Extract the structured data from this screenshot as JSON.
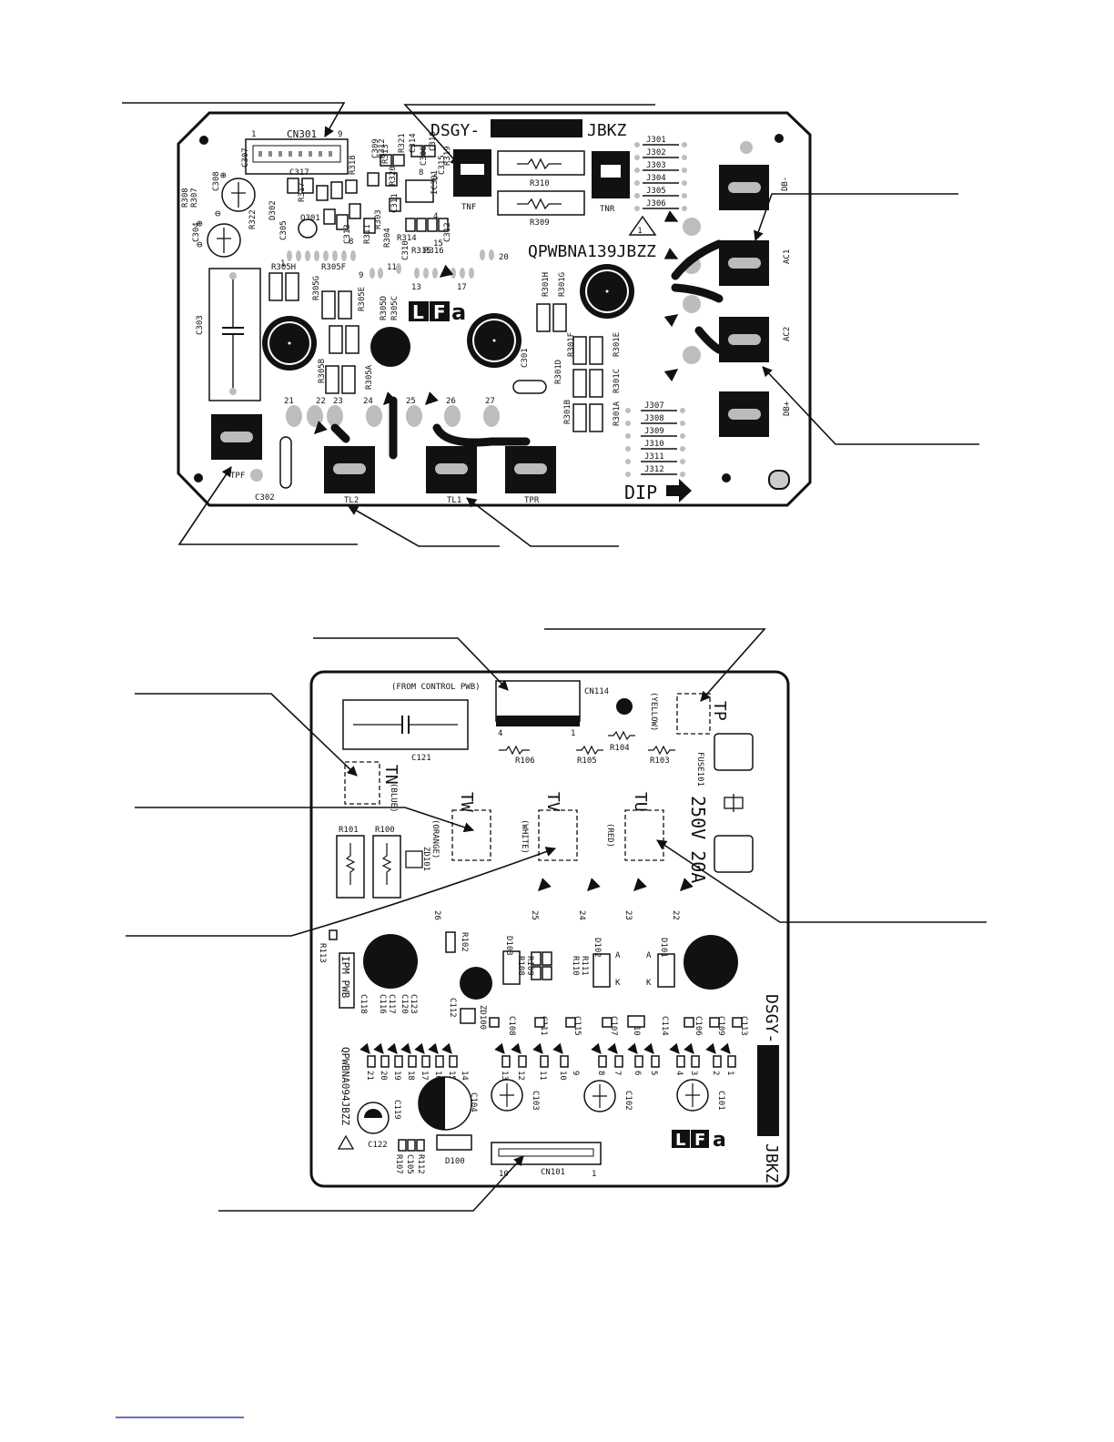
{
  "top_board": {
    "title_prefix": "DSGY-",
    "title_suffix": "JBKZ",
    "part_number": "QPWBNA139JBZZ",
    "warning_symbol": "1",
    "dip_label": "DIP",
    "connector_cn301": "CN301",
    "cn301_pin_1": "1",
    "cn301_pin_9": "9",
    "jumpers_top": [
      "J301",
      "J302",
      "J303",
      "J304",
      "J305",
      "J306"
    ],
    "jumpers_bottom": [
      "J307",
      "J308",
      "J309",
      "J310",
      "J311",
      "J312"
    ],
    "terminals": [
      "TNF",
      "TNR",
      "DB-",
      "AC1",
      "AC2",
      "DB+",
      "TPF",
      "TL2",
      "TL1",
      "TPR"
    ],
    "resistors": [
      "R310",
      "R309",
      "R305H",
      "R305G",
      "R305F",
      "R305E",
      "R305D",
      "R305C",
      "R305B",
      "R305A",
      "R301H",
      "R301G",
      "R301F",
      "R301E",
      "R301D",
      "R301C",
      "R301B",
      "R301A",
      "R308",
      "R307",
      "R322",
      "R318",
      "R317",
      "R311",
      "R304",
      "R303",
      "R313",
      "R314",
      "R315",
      "R316",
      "R319",
      "R320",
      "R321",
      "R312"
    ],
    "capacitors": [
      "C303",
      "C301",
      "C302",
      "C304",
      "C307",
      "C308",
      "C305",
      "C317",
      "C313",
      "C311",
      "C310",
      "C312",
      "C314",
      "C306",
      "C309",
      "C316",
      "C315"
    ],
    "semis": [
      "D302",
      "Q301",
      "D301"
    ],
    "ic": "IC301",
    "pad_numbers": [
      "1",
      "8",
      "9",
      "11",
      "13",
      "17",
      "20",
      "21",
      "22",
      "23",
      "24",
      "25",
      "26",
      "27",
      "4",
      "5",
      "8",
      "15"
    ],
    "lf_logo": [
      "L",
      "F",
      "a"
    ]
  },
  "bottom_board": {
    "from_label": "(FROM CONTROL PWB)",
    "connector_cn114": "CN114",
    "cn114_pin_4": "4",
    "cn114_pin_1": "1",
    "connector_cn101": "CN101",
    "cn101_pin_10": "10",
    "cn101_pin_1": "1",
    "tp_label": "TP",
    "tp_color": "(YELLOW)",
    "tn_label": "TN",
    "tn_color": "(BLUE)",
    "tw_label": "TW",
    "tw_color": "(ORANGE)",
    "tv_label": "TV",
    "tv_color": "(WHITE)",
    "tu_label": "TU",
    "tu_color": "(RED)",
    "fuse": "FUSE101",
    "fuse_rating": "250V 20A",
    "ipm": "IPM PWB",
    "part_number": "QPWBNA094JBZZ",
    "title_prefix": "DSGY-",
    "title_suffix": "JBKZ",
    "resistors": [
      "R106",
      "R105",
      "R104",
      "R103",
      "R101",
      "R100",
      "R113",
      "R102",
      "R108",
      "R109",
      "R110",
      "R111",
      "R107",
      "R112"
    ],
    "capacitors": [
      "C121",
      "C118",
      "C116",
      "C117",
      "C120",
      "C123",
      "C112",
      "C108",
      "C111",
      "C115",
      "C107",
      "C110",
      "C114",
      "C106",
      "C109",
      "C113",
      "C119",
      "C104",
      "C103",
      "C102",
      "C101",
      "C105",
      "C122"
    ],
    "diodes": [
      "ZD101",
      "D103",
      "D102",
      "D101",
      "ZD100",
      "D100"
    ],
    "phase_pads": [
      "26",
      "25",
      "24",
      "23",
      "22"
    ],
    "pin_numbers": [
      "21",
      "20",
      "19",
      "18",
      "17",
      "16",
      "15",
      "14",
      "13",
      "12",
      "11",
      "10",
      "9",
      "8",
      "7",
      "6",
      "5",
      "4",
      "3",
      "2",
      "1"
    ],
    "lf_logo": [
      "L",
      "F",
      "a"
    ]
  }
}
